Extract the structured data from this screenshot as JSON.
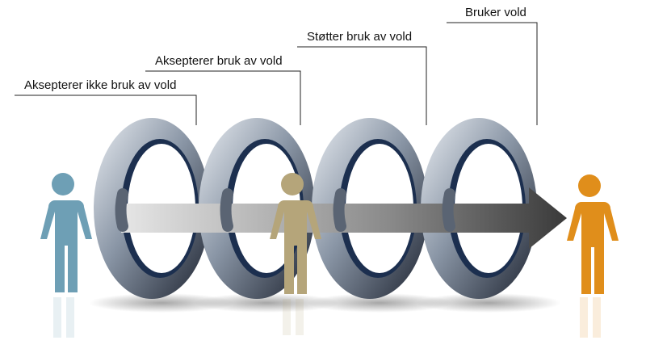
{
  "stages": [
    {
      "label": "Aksepterer ikke bruk av vold"
    },
    {
      "label": "Aksepterer bruk av vold"
    },
    {
      "label": "Støtter bruk av vold"
    },
    {
      "label": "Bruker vold"
    }
  ],
  "figures": [
    {
      "name": "person-start",
      "color": "#6e9fb5"
    },
    {
      "name": "person-middle",
      "color": "#b5a57a"
    },
    {
      "name": "person-end",
      "color": "#e08e1b"
    }
  ],
  "ring_color": "#1c2f4f"
}
